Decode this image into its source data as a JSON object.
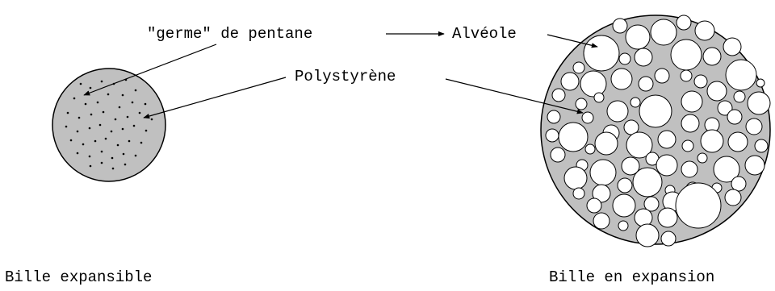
{
  "labels": {
    "germe": "\"germe\" de pentane",
    "alveole": "Alvéole",
    "polystyrene": "Polystyrène",
    "bille_expansible": "Bille expansible",
    "bille_expansion": "Bille en expansion"
  },
  "colors": {
    "fill": "#c0c0c0",
    "stroke": "#000000",
    "cell": "#ffffff"
  }
}
